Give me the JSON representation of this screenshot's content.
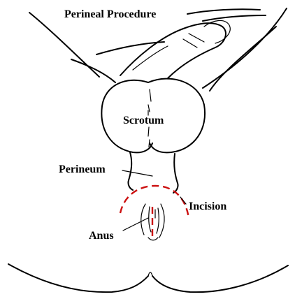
{
  "labels": {
    "title": "Perineal Procedure",
    "scrotum": "Scrotum",
    "perineum": "Perineum",
    "incision": "Incision",
    "anus": "Anus"
  },
  "colors": {
    "line": "#000000",
    "incision": "#cc1111"
  }
}
